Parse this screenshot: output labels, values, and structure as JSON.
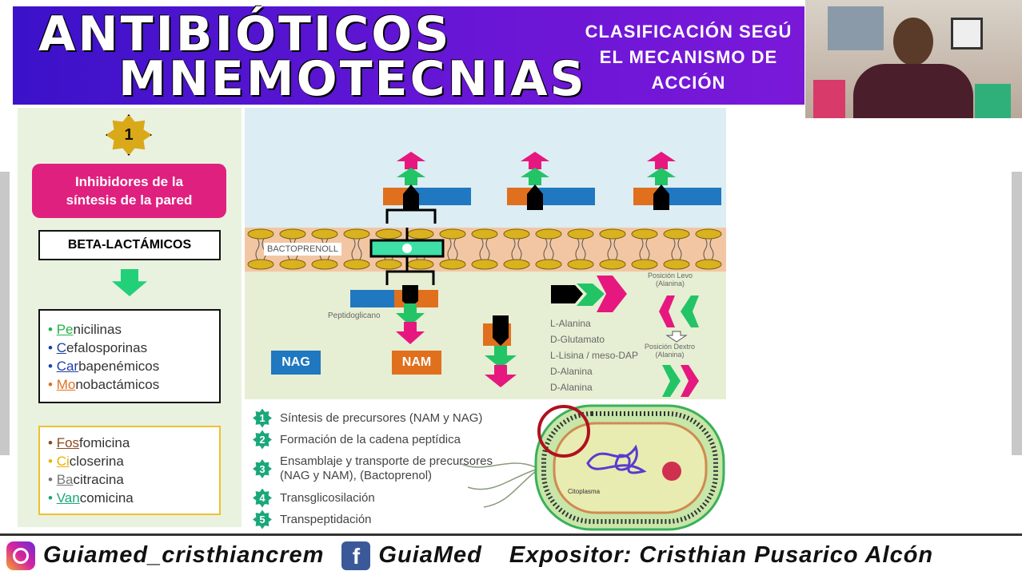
{
  "title": {
    "line1": "ANTIBIÓTICOS",
    "line2": "MNEMOTECNIAS",
    "subtitle": [
      "CLASIFICACIÓN SEGÚ",
      "EL MECANISMO DE",
      "ACCIÓN"
    ]
  },
  "left": {
    "number": "1",
    "category": "Inhibidores de la síntesis de la pared",
    "group": "BETA-LACTÁMICOS",
    "beta": [
      {
        "hl": "Pe",
        "rest": "nicilinas",
        "color": "#22b14c"
      },
      {
        "hl": "C",
        "rest": "efalosporinas",
        "color": "#1f3fa8"
      },
      {
        "hl": "Car",
        "rest": "bapenémicos",
        "color": "#1f3fa8"
      },
      {
        "hl": "Mo",
        "rest": "nobactámicos",
        "color": "#e07020"
      }
    ],
    "others": [
      {
        "hl": "Fos",
        "rest": "fomicina",
        "color": "#8a4a1a"
      },
      {
        "hl": "Ci",
        "rest": "closerina",
        "color": "#e8b400"
      },
      {
        "hl": "Ba",
        "rest": "citracina",
        "color": "#777"
      },
      {
        "hl": "Van",
        "rest": "comicina",
        "color": "#1aa77a"
      }
    ]
  },
  "diagram": {
    "bactoprenol": "BACTOPRENOLL",
    "peptidoglicano": "Peptidoglicano",
    "nag": "NAG",
    "nam": "NAM",
    "aminoacids": [
      "L-Alanina",
      "D-Glutamato",
      "L-Lisina / meso-DAP",
      "D-Alanina",
      "D-Alanina"
    ],
    "levo": [
      "Posición Levo",
      "(Alanina)"
    ],
    "dextro": [
      "Posición  Dextro",
      "(Alanina)"
    ]
  },
  "steps": [
    {
      "n": "1",
      "text": "Síntesis de precursores (NAM y NAG)"
    },
    {
      "n": "2",
      "text": "Formación de la cadena peptídica"
    },
    {
      "n": "3",
      "text": "Ensamblaje y transporte de precursores (NAG y NAM), (Bactoprenol)"
    },
    {
      "n": "4",
      "text": "Transglicosilación"
    },
    {
      "n": "5",
      "text": "Transpeptidación"
    }
  ],
  "cell": {
    "label": "Citoplasma"
  },
  "footer": {
    "instagram": "Guiamed_cristhiancrem",
    "facebook": "GuiaMed",
    "expositor": "Expositor: Cristhian Pusarico Alcón"
  },
  "colors": {
    "banner": "#4a14cf",
    "pink": "#e6187f",
    "green": "#22c466",
    "orange": "#e0701e",
    "blue": "#1f78c0"
  }
}
